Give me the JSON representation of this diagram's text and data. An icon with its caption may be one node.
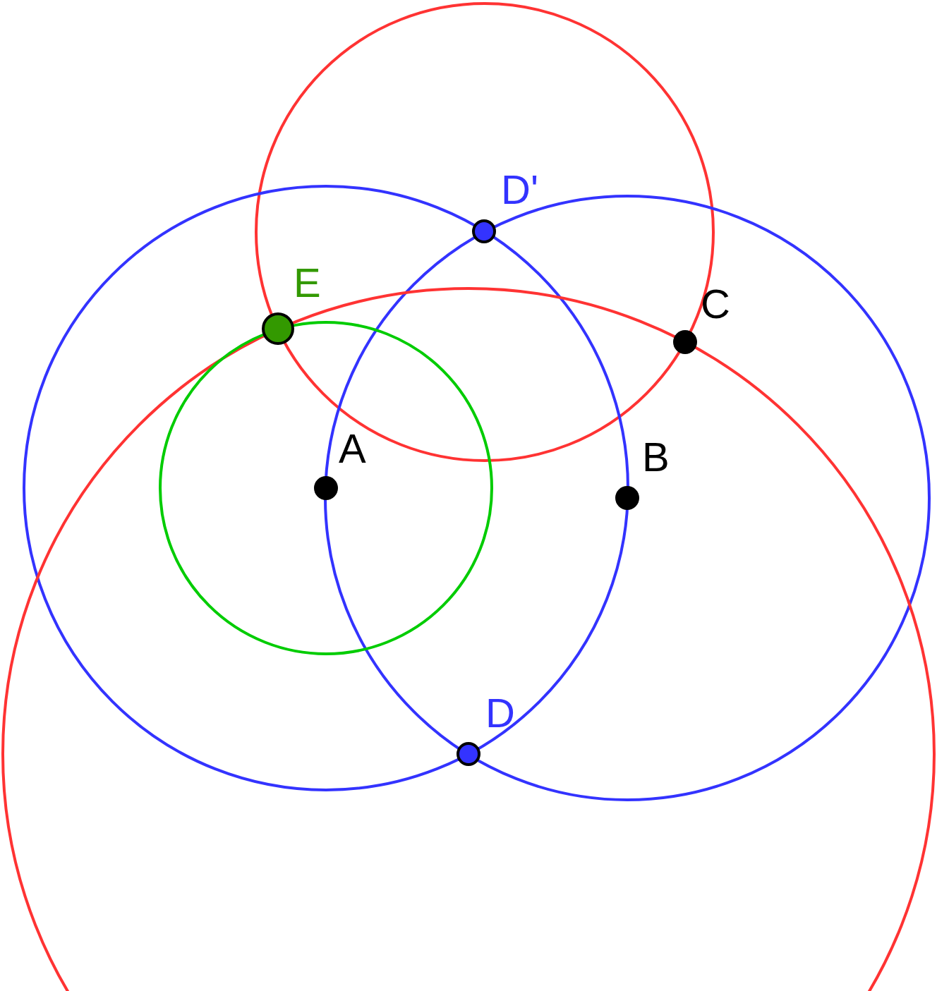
{
  "diagram": {
    "labels": [
      "D'",
      "E",
      "C",
      "A",
      "B",
      "D"
    ]
  }
}
